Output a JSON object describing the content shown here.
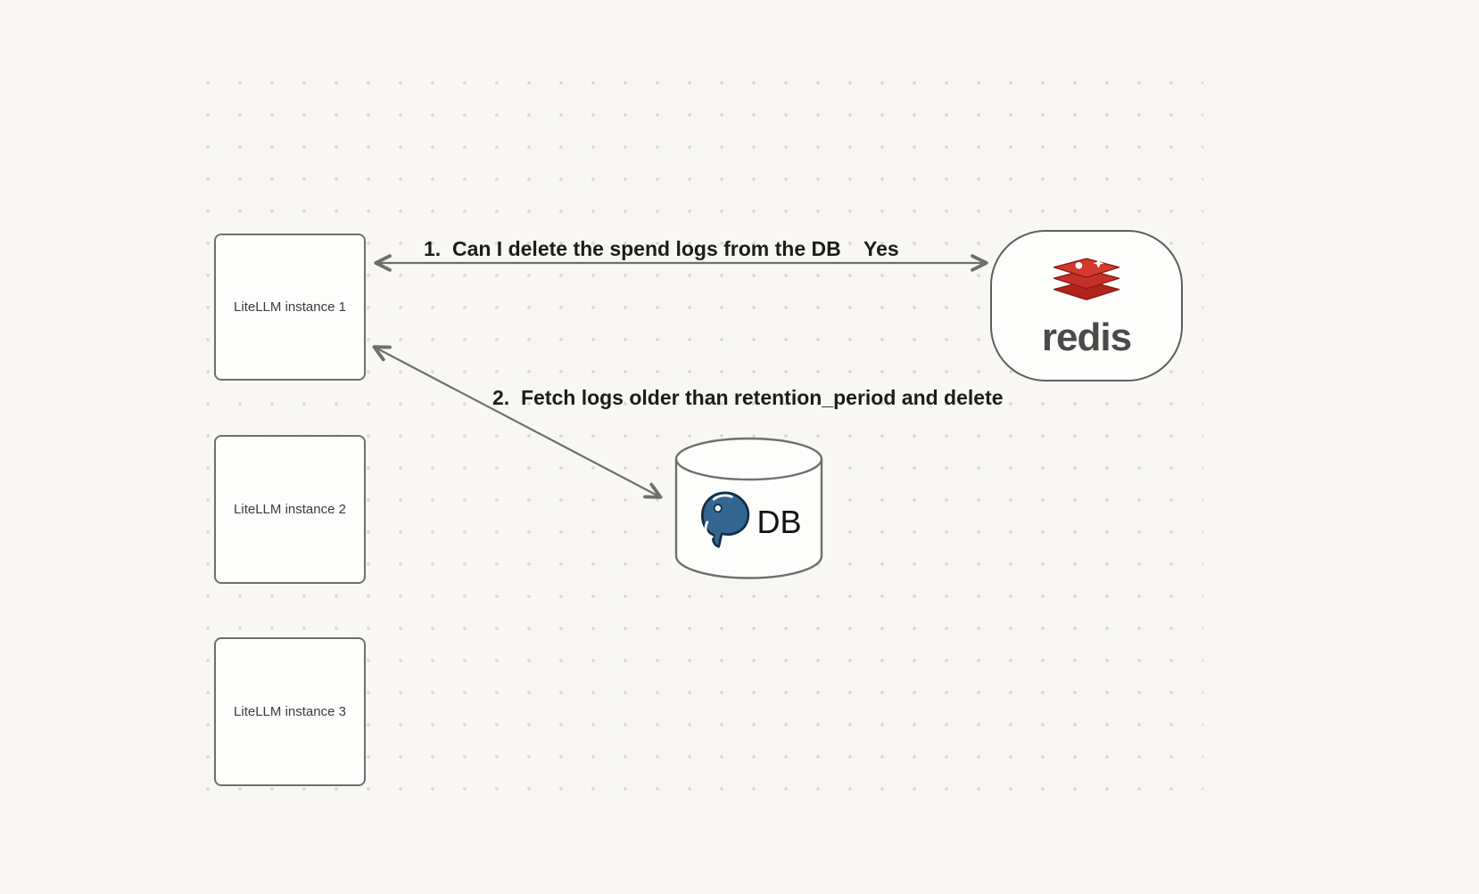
{
  "canvas": {
    "background": "#f8f7f4",
    "dot_color": "#dcd9d4"
  },
  "nodes": {
    "instances": [
      {
        "label": "LiteLLM instance 1"
      },
      {
        "label": "LiteLLM instance 2"
      },
      {
        "label": "LiteLLM instance 3"
      }
    ],
    "redis": {
      "label": "redis",
      "brand_color": "#c6302b"
    },
    "db": {
      "label": "DB",
      "brand_color": "#336791"
    }
  },
  "edges": {
    "edge1": {
      "label": "1.  Can I delete the spend logs from the DB",
      "response": "Yes",
      "from": "redis",
      "to": "LiteLLM instance 1",
      "style": "double-headed"
    },
    "edge2": {
      "label": "2.  Fetch logs older than retention_period and delete",
      "from": "LiteLLM instance 1",
      "to": "DB",
      "style": "double-headed"
    }
  },
  "colors": {
    "arrow": "#6e6e6e",
    "box_border": "#6f6f6f",
    "label_text": "#1c1c1c"
  }
}
